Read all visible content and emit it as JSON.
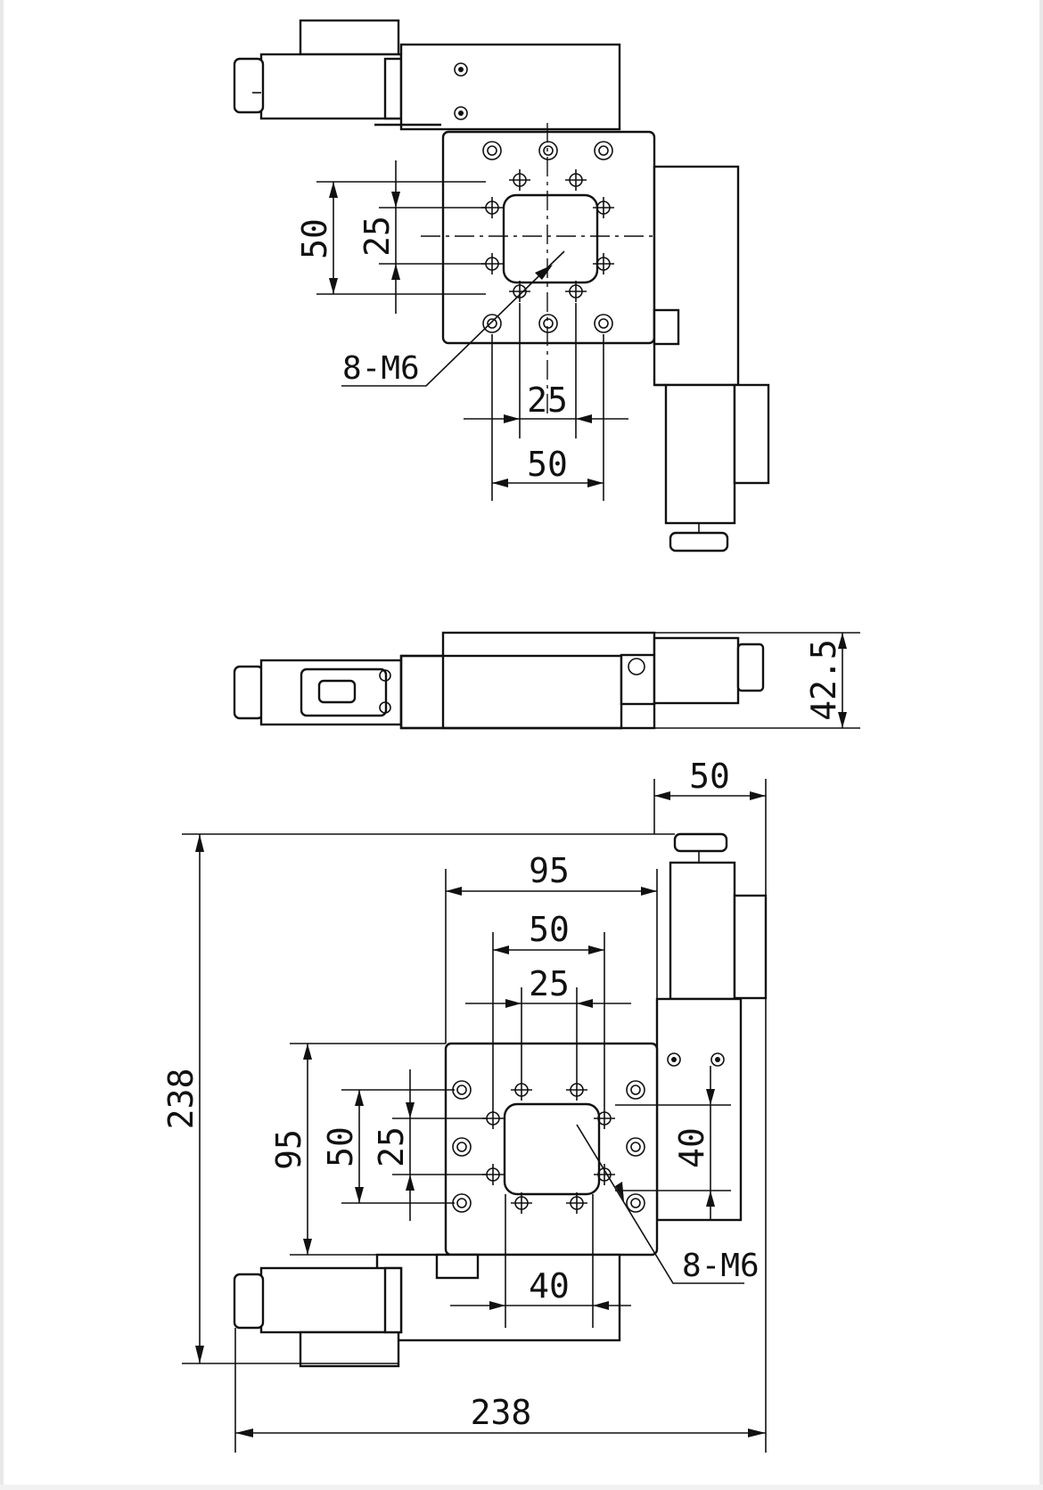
{
  "top_view": {
    "dims": {
      "v_outer": "50",
      "v_inner": "25",
      "thread": "8-M6",
      "h_inner": "25",
      "h_outer": "50"
    }
  },
  "side_view": {
    "dims": {
      "height": "42.5"
    }
  },
  "bottom_view": {
    "dims": {
      "motor_width": "50",
      "overall_height": "238",
      "table_width": "95",
      "hole_span_50": "50",
      "hole_span_25": "25",
      "table_height": "95",
      "v_50": "50",
      "v_25": "25",
      "right_40": "40",
      "thread": "8-M6",
      "bottom_40": "40",
      "overall_width": "238"
    }
  }
}
